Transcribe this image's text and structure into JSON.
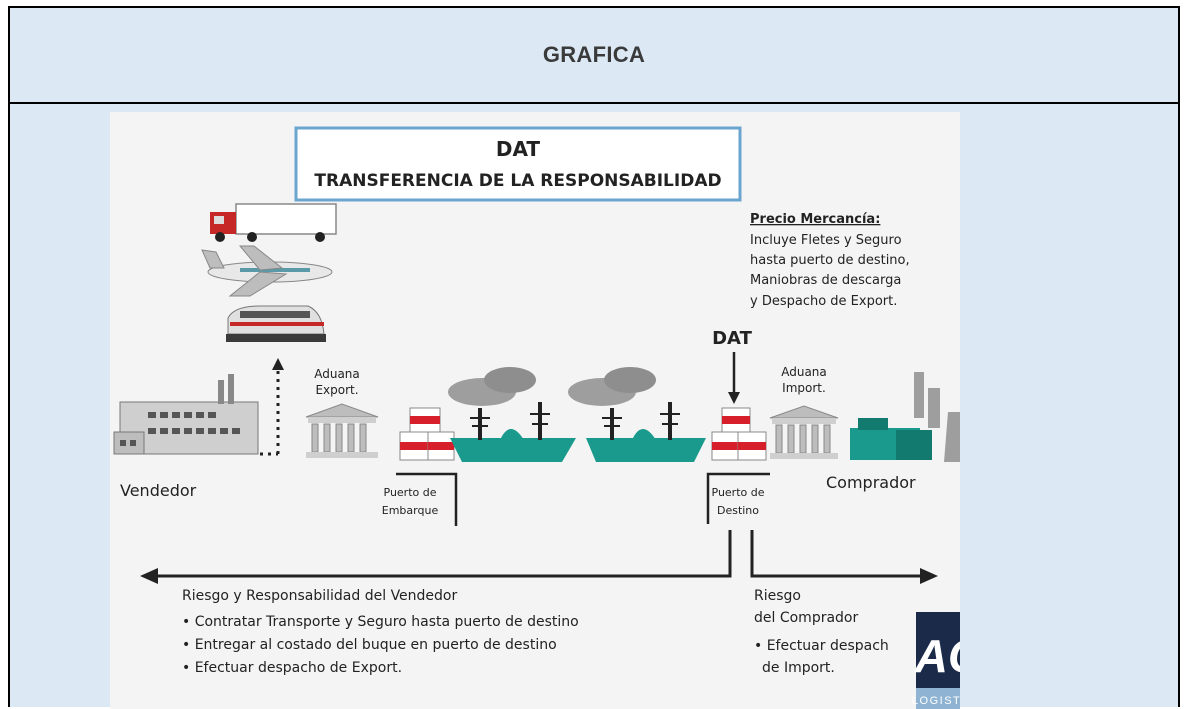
{
  "header": {
    "title": "GRAFICA"
  },
  "diagram": {
    "title_box": {
      "line1": "DAT",
      "line2": "TRANSFERENCIA DE LA RESPONSABILIDAD"
    },
    "precio": {
      "heading": "Precio Mercancía:",
      "lines": [
        "Incluye Fletes y Seguro",
        "hasta puerto de destino,",
        "Maniobras de descarga",
        "y Despacho de Export."
      ]
    },
    "dat_marker": "DAT",
    "aduana_export": [
      "Aduana",
      "Export."
    ],
    "aduana_import": [
      "Aduana",
      "Import."
    ],
    "vendedor": "Vendedor",
    "comprador": "Comprador",
    "puerto_embarque": [
      "Puerto de",
      "Embarque"
    ],
    "puerto_destino": [
      "Puerto de",
      "Destino"
    ],
    "riesgo_vendedor": {
      "heading": "Riesgo y Responsabilidad del Vendedor",
      "bullets": [
        "• Contratar Transporte y Seguro hasta puerto de destino",
        "• Entregar al costado del buque en puerto de destino",
        "• Efectuar despacho de Export."
      ]
    },
    "riesgo_comprador": {
      "heading": [
        "Riesgo",
        "del Comprador"
      ],
      "bullets": [
        "• Efectuar despach",
        "de Import."
      ]
    },
    "logo": {
      "mark": "AC",
      "sub": "LOGISTICS"
    },
    "colors": {
      "ship": "#1a9a8c",
      "box_red": "#d61f2a",
      "title_border": "#6aa5cf",
      "logo_bg": "#1c2a4a"
    }
  }
}
